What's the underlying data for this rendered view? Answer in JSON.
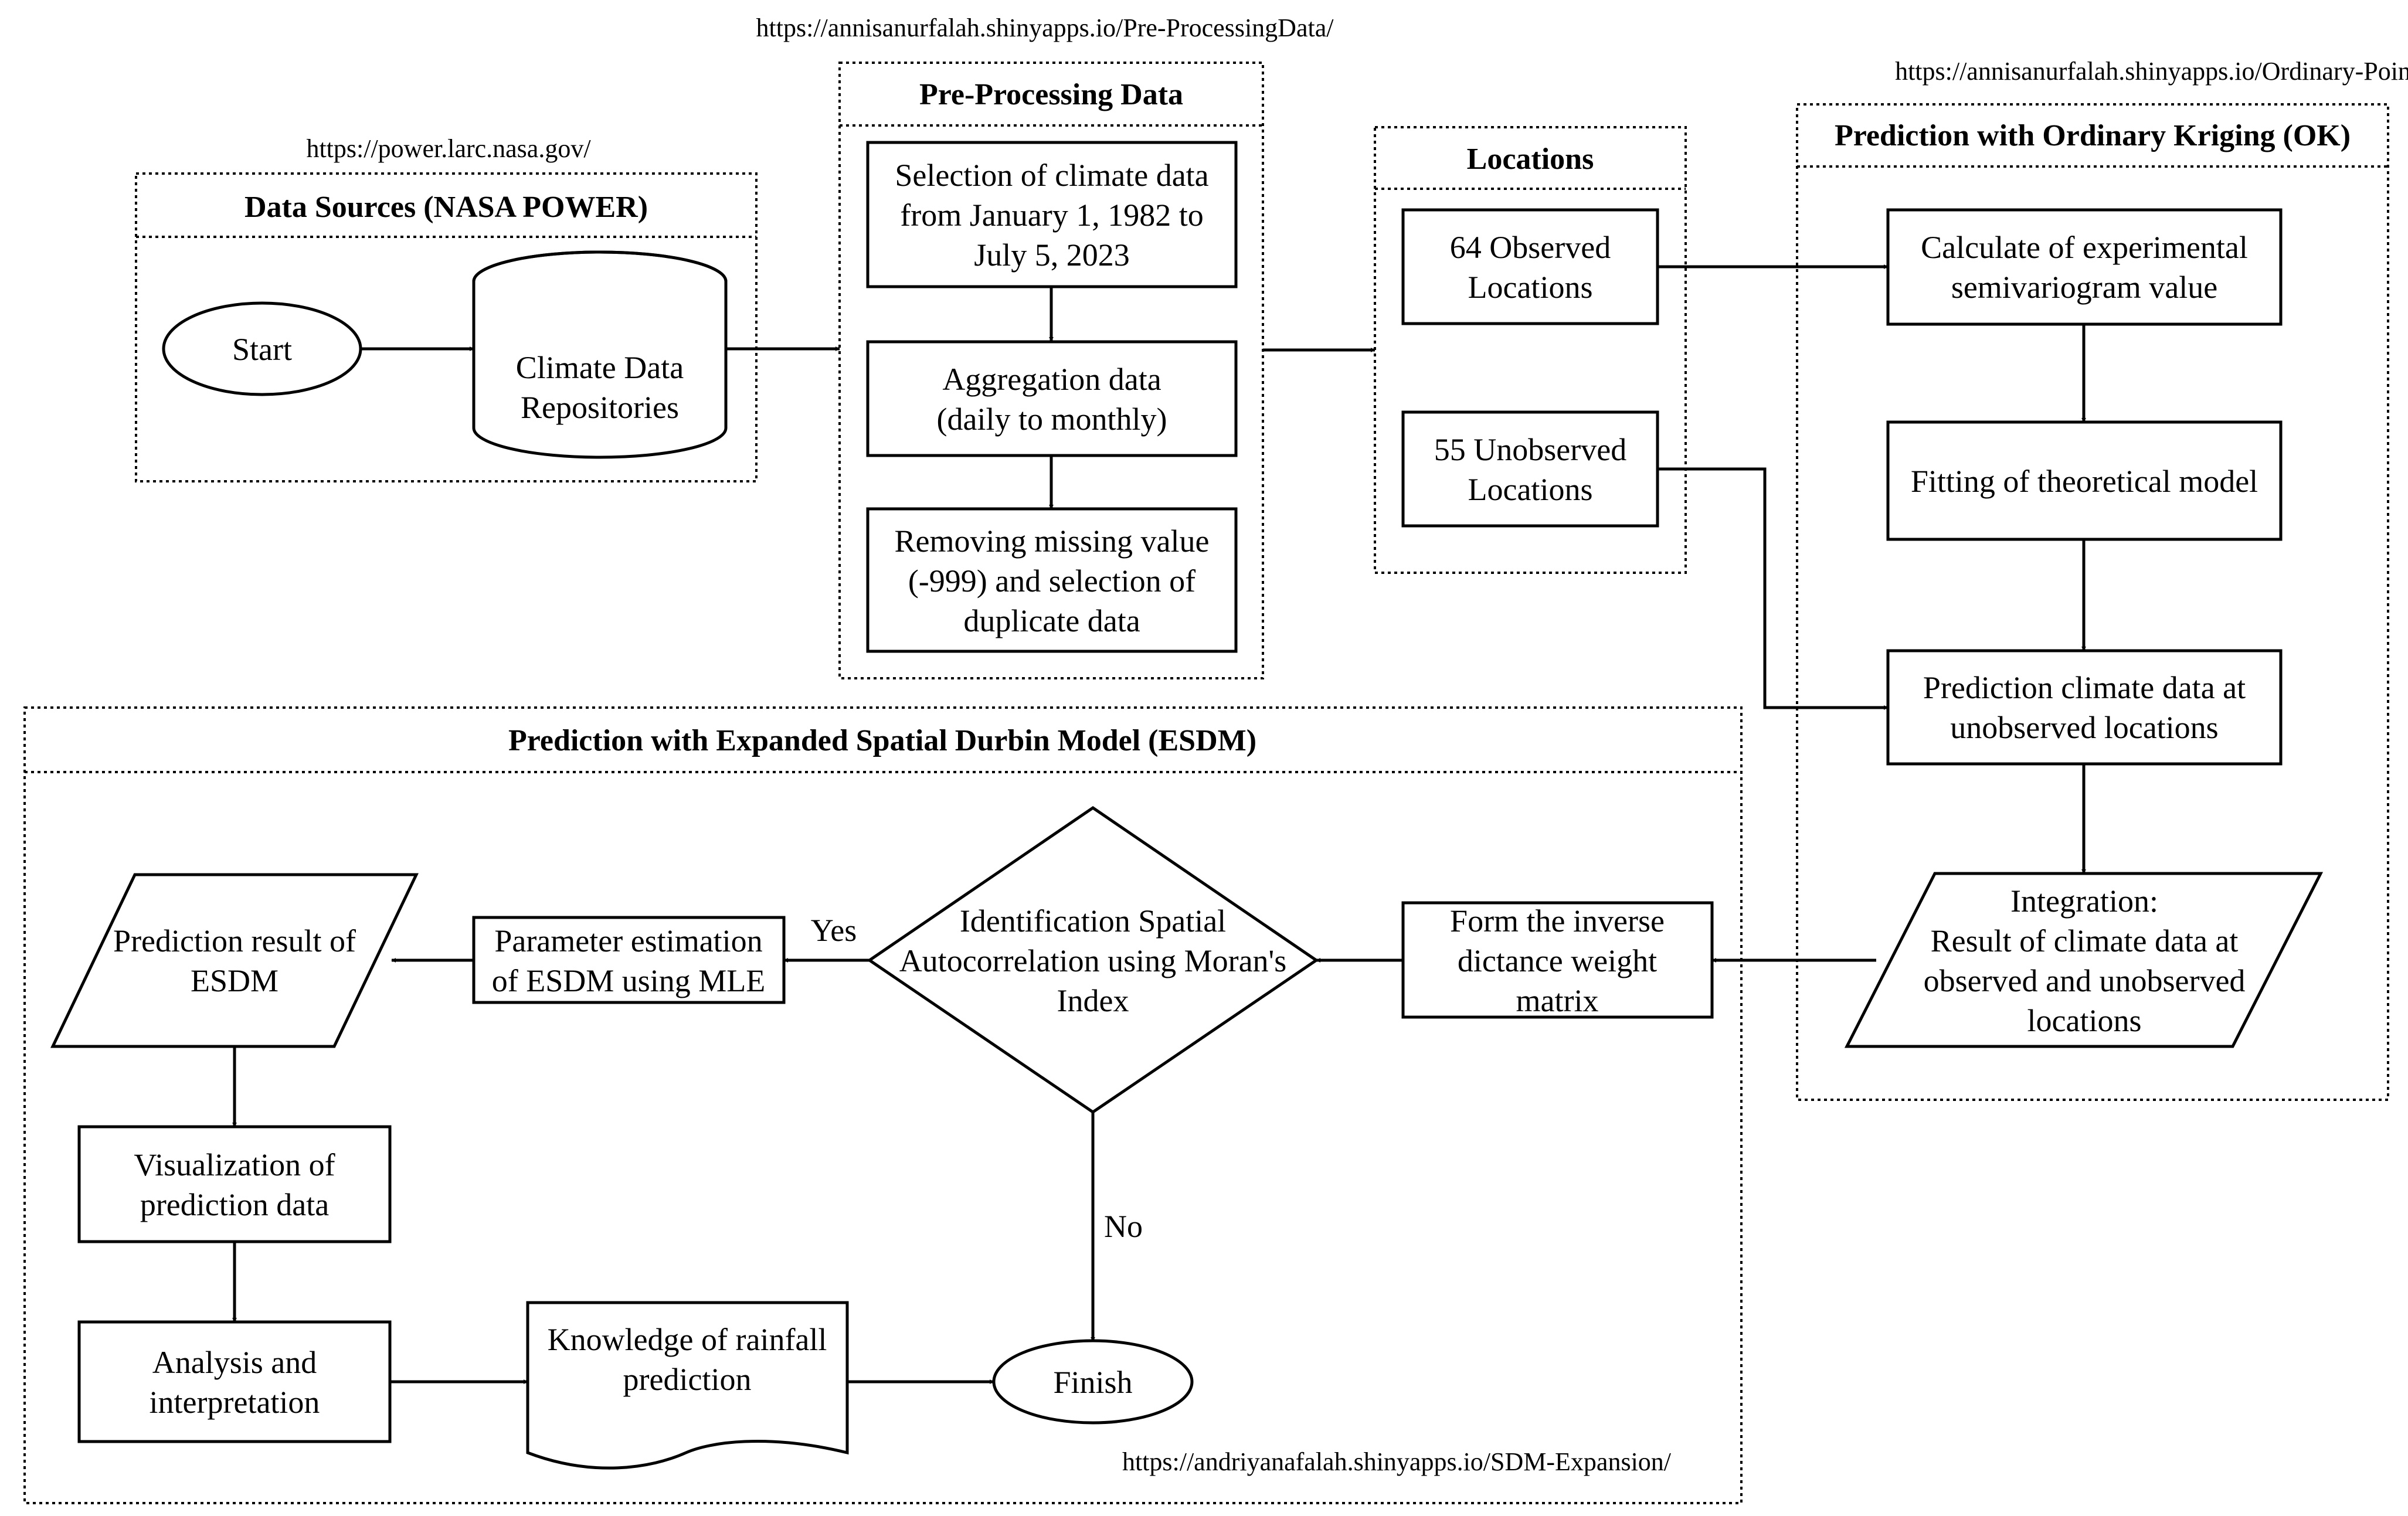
{
  "urls": {
    "preprocessing": "https://annisanurfalah.shinyapps.io/Pre-ProcessingData/",
    "kriging": "https://annisanurfalah.shinyapps.io/Ordinary-Point-Kriging/",
    "nasa": "https://power.larc.nasa.gov/",
    "sdm": "https://andriyanafalah.shinyapps.io/SDM-Expansion/"
  },
  "groups": {
    "data_sources": "Data Sources (NASA POWER)",
    "preprocessing": "Pre-Processing Data",
    "locations": "Locations",
    "kriging": "Prediction with Ordinary Kriging (OK)",
    "esdm": "Prediction with Expanded Spatial Durbin Model (ESDM)"
  },
  "nodes": {
    "start": "Start",
    "repositories": [
      "Climate Data",
      "Repositories"
    ],
    "selection": [
      "Selection of climate data",
      "from January 1, 1982 to",
      "July 5, 2023"
    ],
    "aggregation": [
      "Aggregation data",
      "(daily to monthly)"
    ],
    "missing": [
      "Removing missing value",
      "(-999) and selection of",
      "duplicate data"
    ],
    "observed": [
      "64 Observed",
      "Locations"
    ],
    "unobserved": [
      "55 Unobserved",
      "Locations"
    ],
    "semivariogram": [
      "Calculate of experimental",
      "semivariogram value"
    ],
    "fitting": [
      "Fitting of theoretical model"
    ],
    "prediction_unobserved": [
      "Prediction climate data at",
      "unobserved locations"
    ],
    "integration": [
      "Integration:",
      "Result of climate data at",
      "observed and unobserved",
      "locations"
    ],
    "weight_matrix": [
      "Form the inverse",
      "dictance weight",
      "matrix"
    ],
    "moran": [
      "Identification Spatial",
      "Autocorrelation using Moran's",
      "Index"
    ],
    "mle": [
      "Parameter estimation",
      "of ESDM using MLE"
    ],
    "result": [
      "Prediction result of",
      "ESDM"
    ],
    "visualization": [
      "Visualization of",
      "prediction data"
    ],
    "analysis": [
      "Analysis and",
      "interpretation"
    ],
    "knowledge": [
      "Knowledge of rainfall",
      "prediction"
    ],
    "finish": "Finish"
  },
  "edge_labels": {
    "yes": "Yes",
    "no": "No"
  }
}
